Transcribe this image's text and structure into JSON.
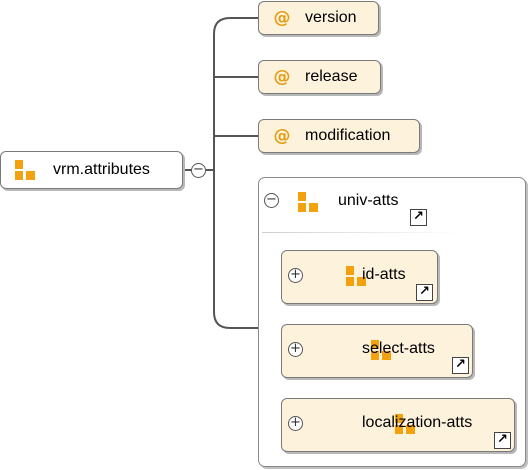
{
  "root": {
    "label": "vrm.attributes",
    "icon": "element-blocks-icon",
    "toggle": "−"
  },
  "attributes": [
    {
      "label": "version",
      "icon_glyph": "@"
    },
    {
      "label": "release",
      "icon_glyph": "@"
    },
    {
      "label": "modification",
      "icon_glyph": "@"
    }
  ],
  "group": {
    "label": "univ-atts",
    "toggle": "−",
    "link_glyph": "↗",
    "children": [
      {
        "label": "id-atts",
        "toggle": "+",
        "link_glyph": "↗"
      },
      {
        "label": "select-atts",
        "toggle": "+",
        "link_glyph": "↗"
      },
      {
        "label": "localization-atts",
        "toggle": "+",
        "link_glyph": "↗"
      }
    ]
  },
  "colors": {
    "accent": "#f2a10f",
    "attribute_bg": "#fdf2dc",
    "border": "#7a7a7a"
  }
}
